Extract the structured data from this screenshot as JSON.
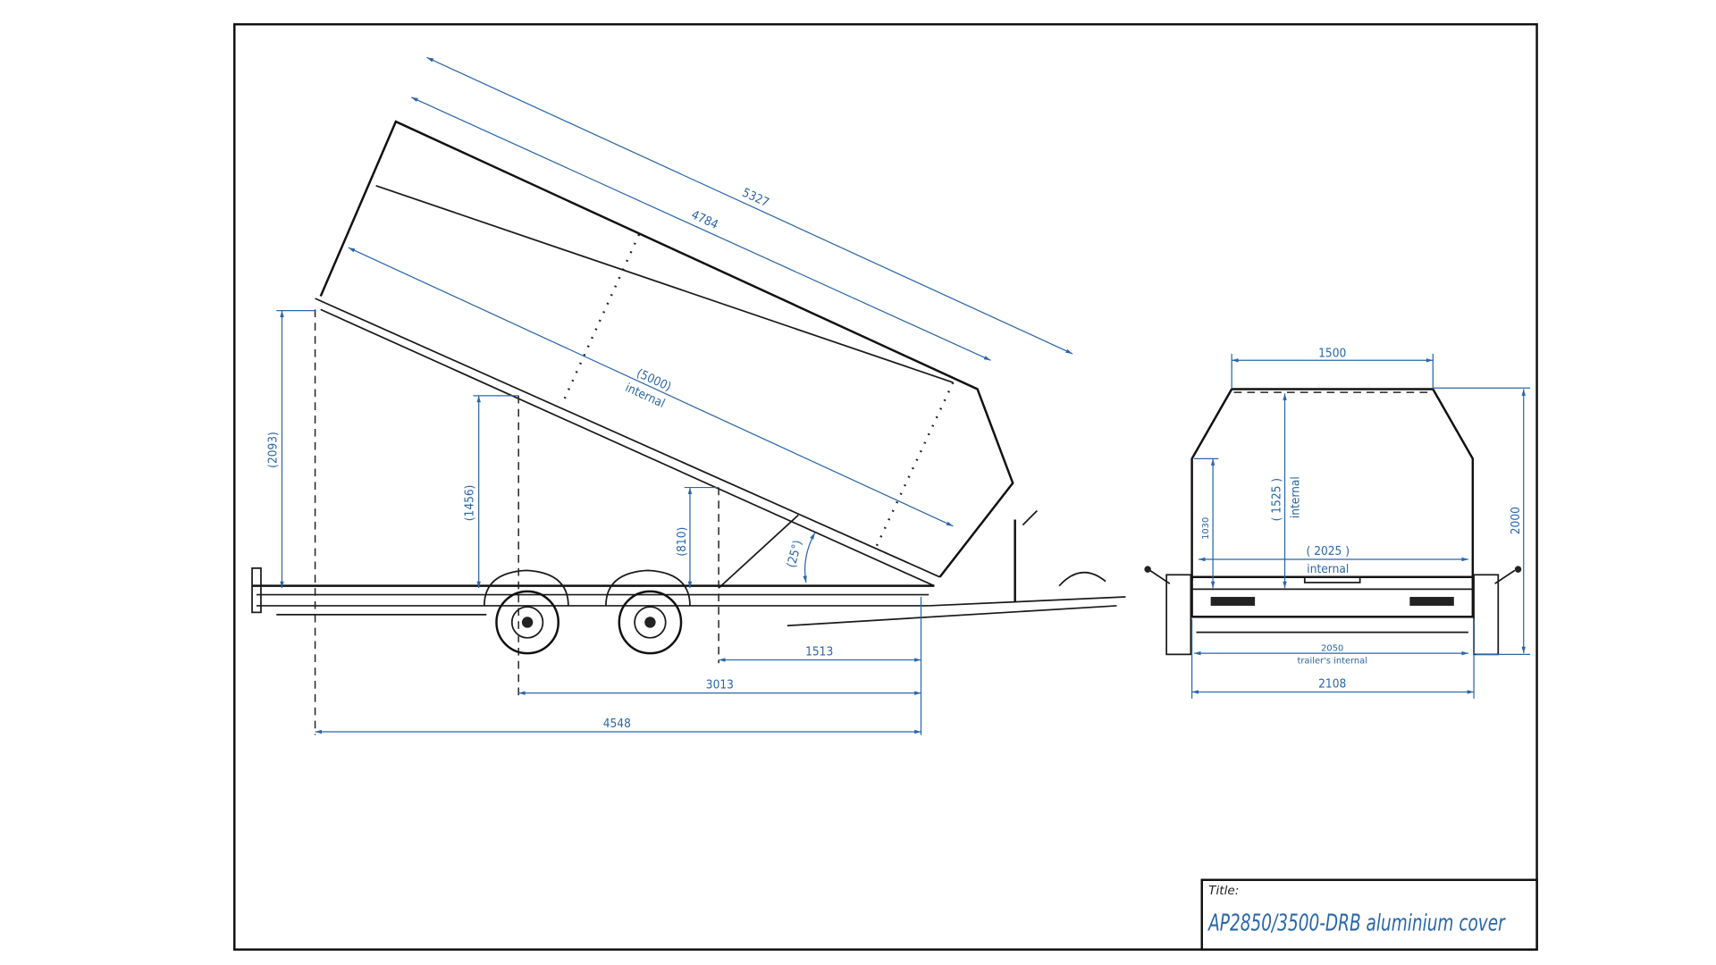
{
  "title_block": {
    "label": "Title:",
    "title": "AP2850/3500-DRB aluminium cover"
  },
  "side_view": {
    "overall_tipped_length": "5327",
    "body_length": "4784",
    "internal_length": "(5000)",
    "internal_label": "internal",
    "tipped_height_rear": "(2093)",
    "height_mid": "(1456)",
    "height_front": "(810)",
    "tip_angle": "(25°)",
    "dim_1513": "1513",
    "dim_3013": "3013",
    "dim_4548": "4548"
  },
  "rear_view": {
    "top_width": "1500",
    "overall_height": "2000",
    "internal_height": "( 1525 )",
    "internal_height_label": "internal",
    "side_height": "1030",
    "internal_width": "( 2025 )",
    "internal_width_label": "internal",
    "trailer_internal_width": "2050",
    "trailer_internal_label": "trailer's internal",
    "overall_width": "2108"
  },
  "colors": {
    "dimension": "#2a66a8",
    "outline": "#111111"
  }
}
